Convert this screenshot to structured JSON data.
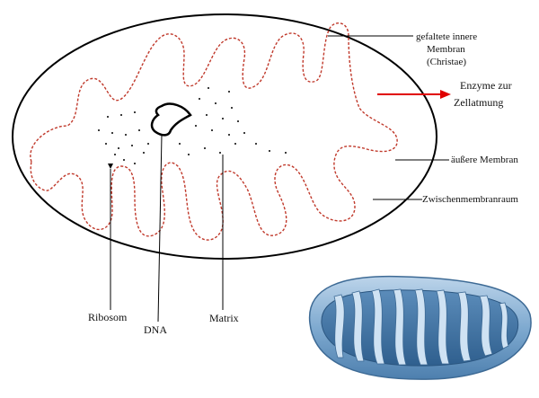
{
  "labels": {
    "cristae_line1": "gefaltete innere",
    "cristae_line2": "Membran",
    "cristae_line3": "(Christae)",
    "enzymes_line1": "Enzyme zur",
    "enzymes_line2": "Zellatmung",
    "outer_membrane": "äußere Membran",
    "intermembrane_space": "Zwischenmembranraum",
    "ribosome": "Ribosom",
    "dna": "DNA",
    "matrix": "Matrix"
  },
  "colors": {
    "inner_membrane": "#c0392b",
    "arrow": "#e00000",
    "outline": "#000000",
    "micrograph": "#6f9fc6"
  }
}
